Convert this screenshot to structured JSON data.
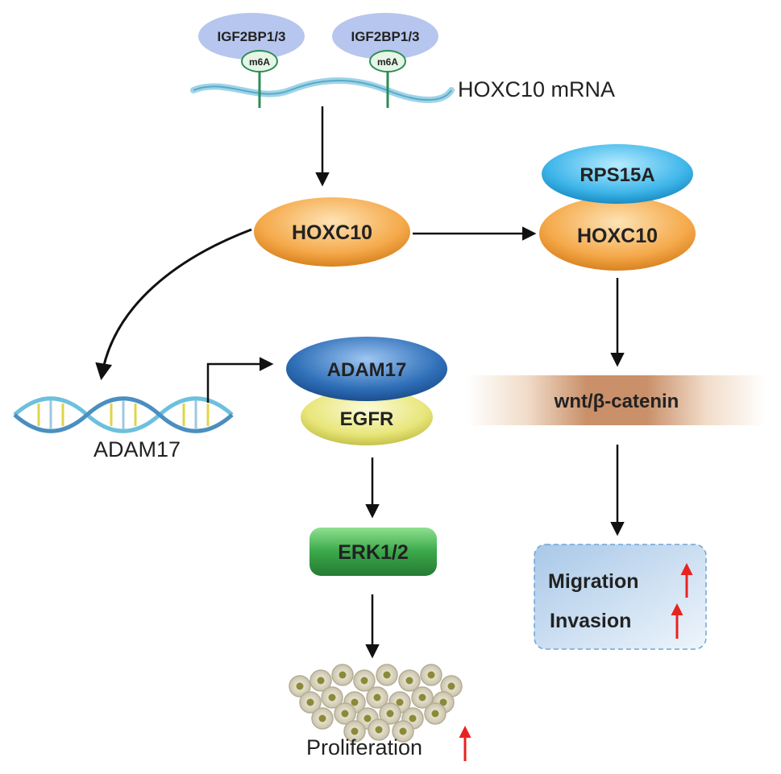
{
  "mrna": {
    "binder_left": "IGF2BP1/3",
    "binder_right": "IGF2BP1/3",
    "mod_left": "m6A",
    "mod_right": "m6A",
    "label": "HOXC10 mRNA"
  },
  "hoxc10_main": "HOXC10",
  "complex_right": {
    "top": "RPS15A",
    "bottom": "HOXC10"
  },
  "gene": {
    "label": "ADAM17"
  },
  "complex_left": {
    "top": "ADAM17",
    "bottom": "EGFR"
  },
  "erk": "ERK1/2",
  "wnt": "wnt/β-catenin",
  "outcome_right": {
    "line1": "Migration",
    "line2": "Invasion"
  },
  "proliferation": "Proliferation",
  "colors": {
    "orange_node": "#f5a94a",
    "blue_node": "#3fb6ea",
    "navy_node": "#2f6fb8",
    "yellow_node": "#e8e67a",
    "green_node": "#3aa84a",
    "wnt_band": "#c9906a",
    "outcome_box": "#c9def0",
    "up_arrow": "#e8231f",
    "binder": "#b7c6ee",
    "m6a": "#2e8b57"
  }
}
